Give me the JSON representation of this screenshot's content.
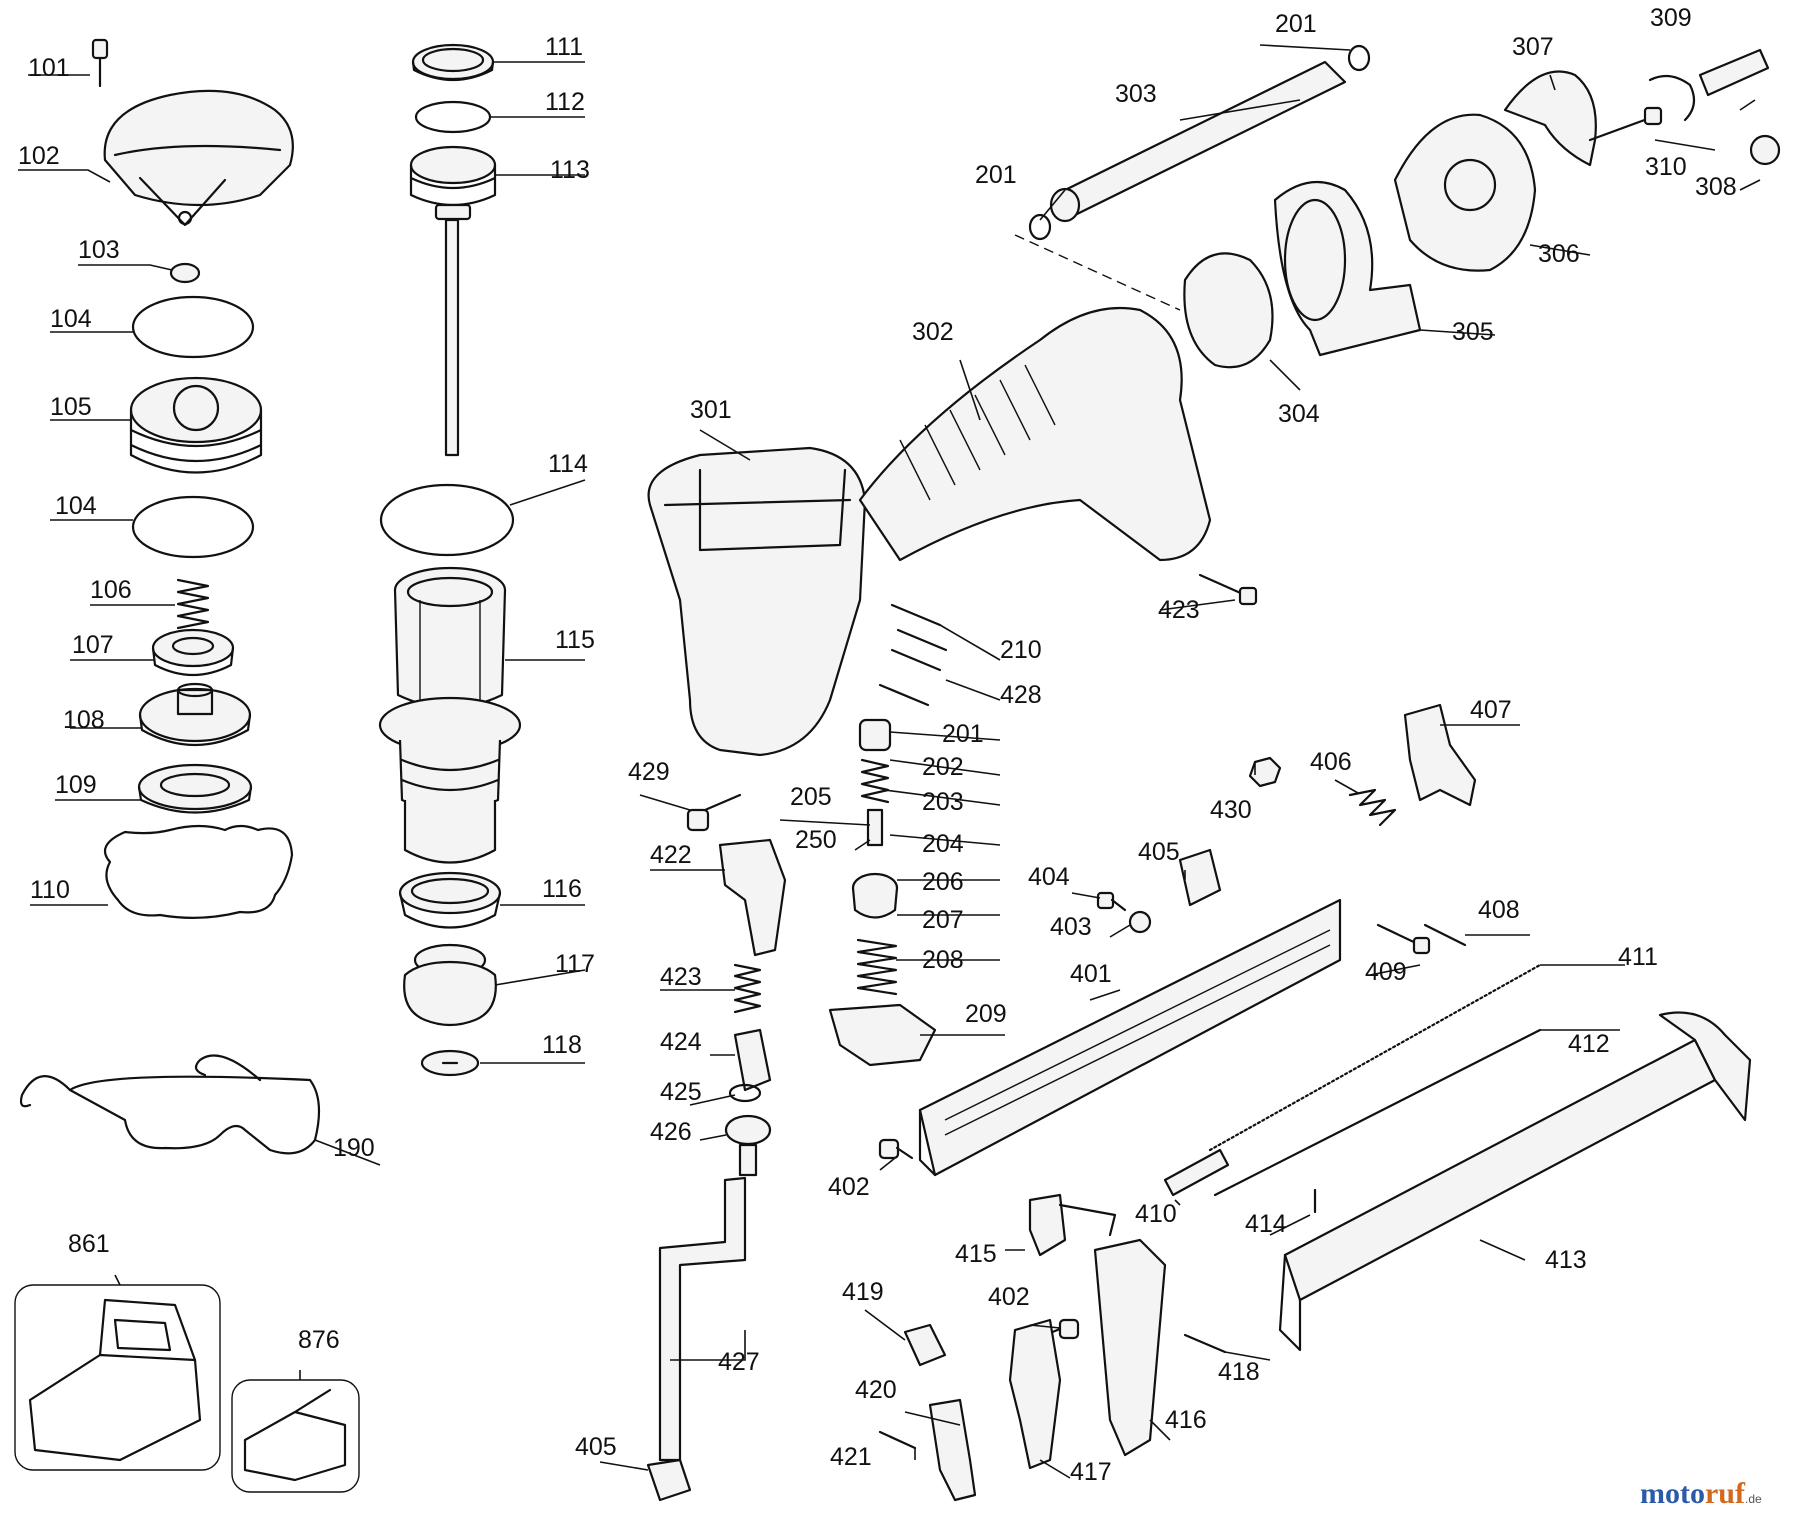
{
  "callouts": [
    {
      "id": "101",
      "text": "101"
    },
    {
      "id": "102",
      "text": "102"
    },
    {
      "id": "103",
      "text": "103"
    },
    {
      "id": "104a",
      "text": "104"
    },
    {
      "id": "105",
      "text": "105"
    },
    {
      "id": "104b",
      "text": "104"
    },
    {
      "id": "106",
      "text": "106"
    },
    {
      "id": "107",
      "text": "107"
    },
    {
      "id": "108",
      "text": "108"
    },
    {
      "id": "109",
      "text": "109"
    },
    {
      "id": "110",
      "text": "110"
    },
    {
      "id": "111",
      "text": "111"
    },
    {
      "id": "112",
      "text": "112"
    },
    {
      "id": "113",
      "text": "113"
    },
    {
      "id": "114",
      "text": "114"
    },
    {
      "id": "115",
      "text": "115"
    },
    {
      "id": "116",
      "text": "116"
    },
    {
      "id": "117",
      "text": "117"
    },
    {
      "id": "118",
      "text": "118"
    },
    {
      "id": "190",
      "text": "190"
    },
    {
      "id": "861",
      "text": "861"
    },
    {
      "id": "876",
      "text": "876"
    },
    {
      "id": "201a",
      "text": "201"
    },
    {
      "id": "201b",
      "text": "201"
    },
    {
      "id": "303",
      "text": "303"
    },
    {
      "id": "307",
      "text": "307"
    },
    {
      "id": "309",
      "text": "309"
    },
    {
      "id": "310",
      "text": "310"
    },
    {
      "id": "308",
      "text": "308"
    },
    {
      "id": "306",
      "text": "306"
    },
    {
      "id": "305",
      "text": "305"
    },
    {
      "id": "304",
      "text": "304"
    },
    {
      "id": "302",
      "text": "302"
    },
    {
      "id": "301",
      "text": "301"
    },
    {
      "id": "423a",
      "text": "423"
    },
    {
      "id": "210",
      "text": "210"
    },
    {
      "id": "428",
      "text": "428"
    },
    {
      "id": "201c",
      "text": "201"
    },
    {
      "id": "202",
      "text": "202"
    },
    {
      "id": "203",
      "text": "203"
    },
    {
      "id": "205",
      "text": "205"
    },
    {
      "id": "204",
      "text": "204"
    },
    {
      "id": "250",
      "text": "250"
    },
    {
      "id": "206",
      "text": "206"
    },
    {
      "id": "207",
      "text": "207"
    },
    {
      "id": "208",
      "text": "208"
    },
    {
      "id": "209",
      "text": "209"
    },
    {
      "id": "429",
      "text": "429"
    },
    {
      "id": "422",
      "text": "422"
    },
    {
      "id": "423b",
      "text": "423"
    },
    {
      "id": "424",
      "text": "424"
    },
    {
      "id": "425",
      "text": "425"
    },
    {
      "id": "426",
      "text": "426"
    },
    {
      "id": "427",
      "text": "427"
    },
    {
      "id": "405a",
      "text": "405"
    },
    {
      "id": "407",
      "text": "407"
    },
    {
      "id": "406",
      "text": "406"
    },
    {
      "id": "430",
      "text": "430"
    },
    {
      "id": "405b",
      "text": "405"
    },
    {
      "id": "404",
      "text": "404"
    },
    {
      "id": "403",
      "text": "403"
    },
    {
      "id": "408",
      "text": "408"
    },
    {
      "id": "409",
      "text": "409"
    },
    {
      "id": "411",
      "text": "411"
    },
    {
      "id": "401",
      "text": "401"
    },
    {
      "id": "412",
      "text": "412"
    },
    {
      "id": "402a",
      "text": "402"
    },
    {
      "id": "410",
      "text": "410"
    },
    {
      "id": "414",
      "text": "414"
    },
    {
      "id": "415",
      "text": "415"
    },
    {
      "id": "413",
      "text": "413"
    },
    {
      "id": "419",
      "text": "419"
    },
    {
      "id": "402b",
      "text": "402"
    },
    {
      "id": "418",
      "text": "418"
    },
    {
      "id": "420",
      "text": "420"
    },
    {
      "id": "416",
      "text": "416"
    },
    {
      "id": "421",
      "text": "421"
    },
    {
      "id": "417",
      "text": "417"
    }
  ],
  "watermark": {
    "name_a": "moto",
    "name_b": "ruf",
    "suffix": ".de"
  }
}
